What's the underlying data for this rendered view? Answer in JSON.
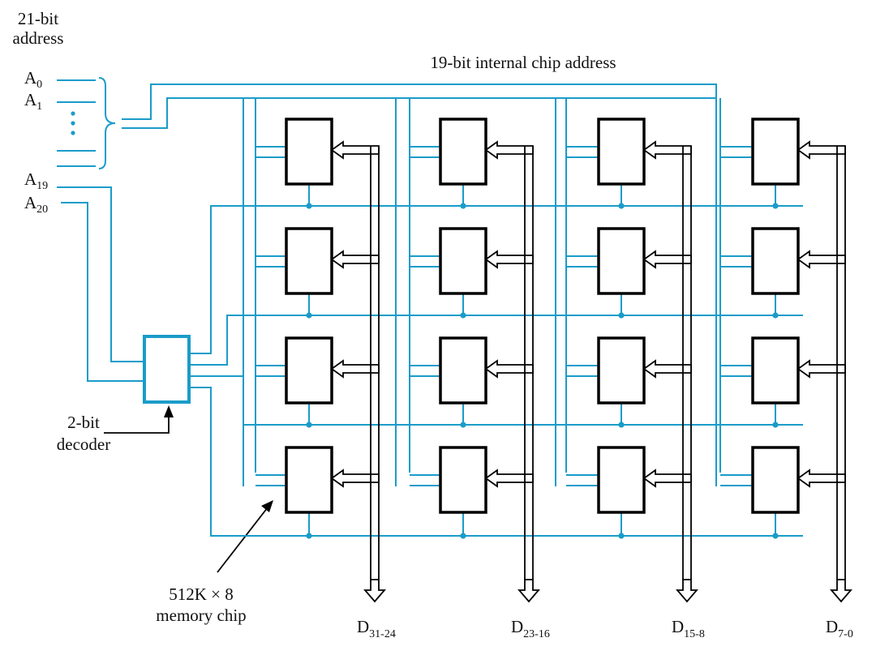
{
  "address_label_line1": "21-bit",
  "address_label_line2": "address",
  "internal_address_label": "19-bit internal chip address",
  "address_pins": [
    {
      "base": "A",
      "sub": "0"
    },
    {
      "base": "A",
      "sub": "1"
    },
    {
      "base": "A",
      "sub": "19"
    },
    {
      "base": "A",
      "sub": "20"
    }
  ],
  "decoder_label_line1": "2-bit",
  "decoder_label_line2": "decoder",
  "chip_label_line1": "512K × 8",
  "chip_label_line2": "memory chip",
  "data_outputs": [
    {
      "base": "D",
      "sub": "31-24"
    },
    {
      "base": "D",
      "sub": "23-16"
    },
    {
      "base": "D",
      "sub": "15-8"
    },
    {
      "base": "D",
      "sub": "7-0"
    }
  ],
  "grid": {
    "rows": 4,
    "columns": 4
  },
  "colors": {
    "wire": "#1a9cc9",
    "chip_border": "#000000",
    "decoder_border": "#1a9cc9"
  }
}
